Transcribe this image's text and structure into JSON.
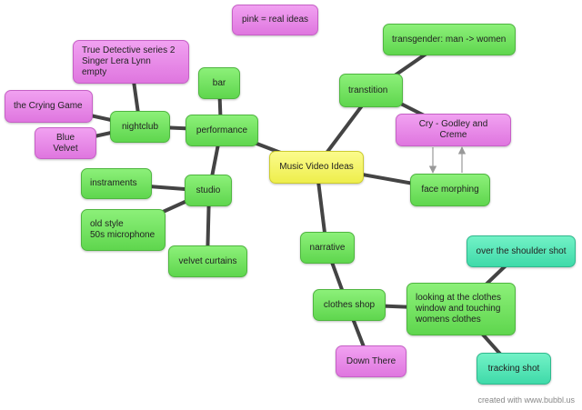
{
  "nodes": {
    "music_video_ideas": "Music Video Ideas",
    "pink_real_ideas": "pink = real ideas",
    "transgender": "transgender: man -> women",
    "transition": "transtition",
    "cry": "Cry - Godley and Creme",
    "face_morphing": "face morphing",
    "performance": "performance",
    "bar": "bar",
    "nightclub": "nightclub",
    "true_detective": "True Detective series 2\nSinger Lera Lynn\nempty",
    "crying_game": "the Crying Game",
    "blue_velvet": "Blue Velvet",
    "studio": "studio",
    "instraments": "instraments",
    "old_style": "old style\n50s microphone",
    "velvet_curtains": "velvet curtains",
    "narrative": "narrative",
    "clothes_shop": "clothes shop",
    "looking_window": "looking at the clothes\nwindow and touching\nwomens clothes",
    "over_shoulder": "over the shoulder shot",
    "tracking_shot": "tracking shot",
    "down_there": "Down There"
  },
  "colors": {
    "green": "#6fe05c",
    "pink": "#e88ce8",
    "yellow": "#f4f46a",
    "mint": "#52e4b4",
    "link": "#444444",
    "arrow": "#999999"
  },
  "footer": {
    "credit": "created with www.bubbl.us"
  }
}
